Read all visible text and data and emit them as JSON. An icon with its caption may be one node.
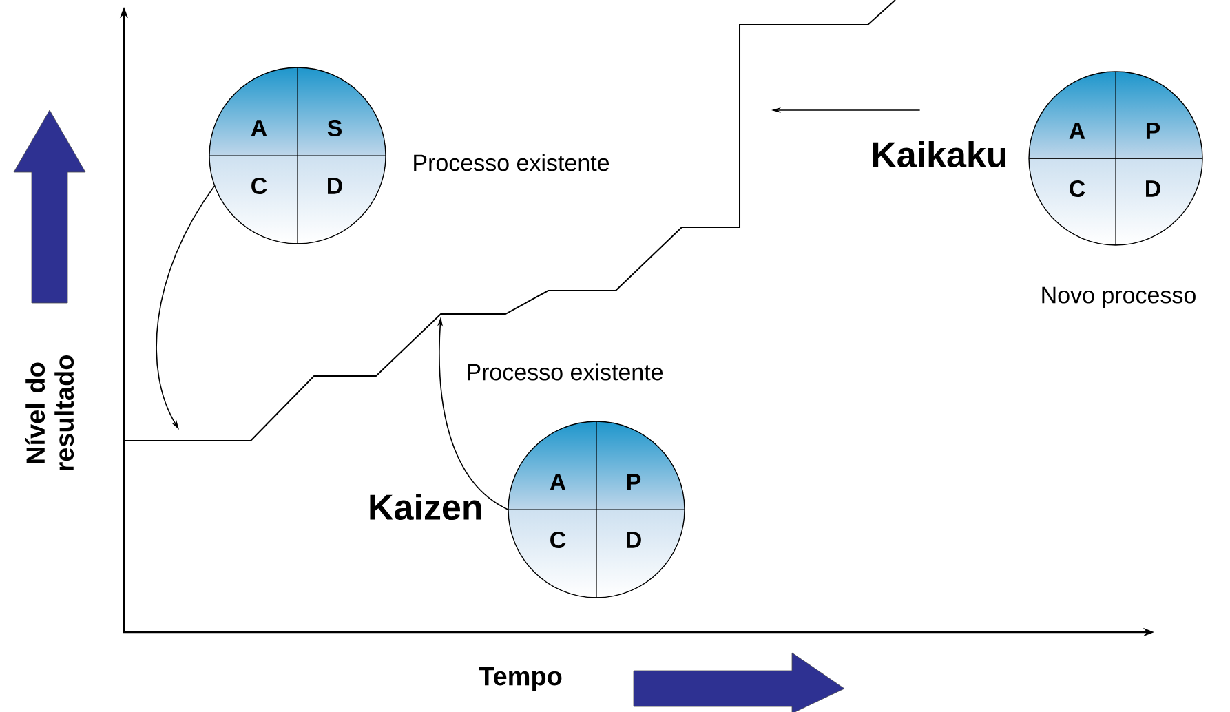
{
  "diagram": {
    "nodes": [
      {
        "text": [
          "A",
          "S",
          "C",
          "D"
        ],
        "beside": [
          "Processo existente"
        ]
      },
      {
        "text": [
          "A",
          "P",
          "C",
          "D"
        ],
        "beside": [
          "Processo existente",
          "Kaizen"
        ]
      },
      {
        "text": [
          "A",
          "P",
          "C",
          "D"
        ],
        "beside": [
          "Kaikaku",
          "Novo processo"
        ]
      }
    ],
    "edges": [
      {
        "from": 0,
        "to": null,
        "arrow": "to"
      },
      {
        "from": 1,
        "to": null,
        "arrow": "to"
      },
      {
        "from": 2,
        "to": null,
        "arrow": "to"
      }
    ],
    "labels": [
      "Nível do resultado",
      "Tempo"
    ]
  }
}
